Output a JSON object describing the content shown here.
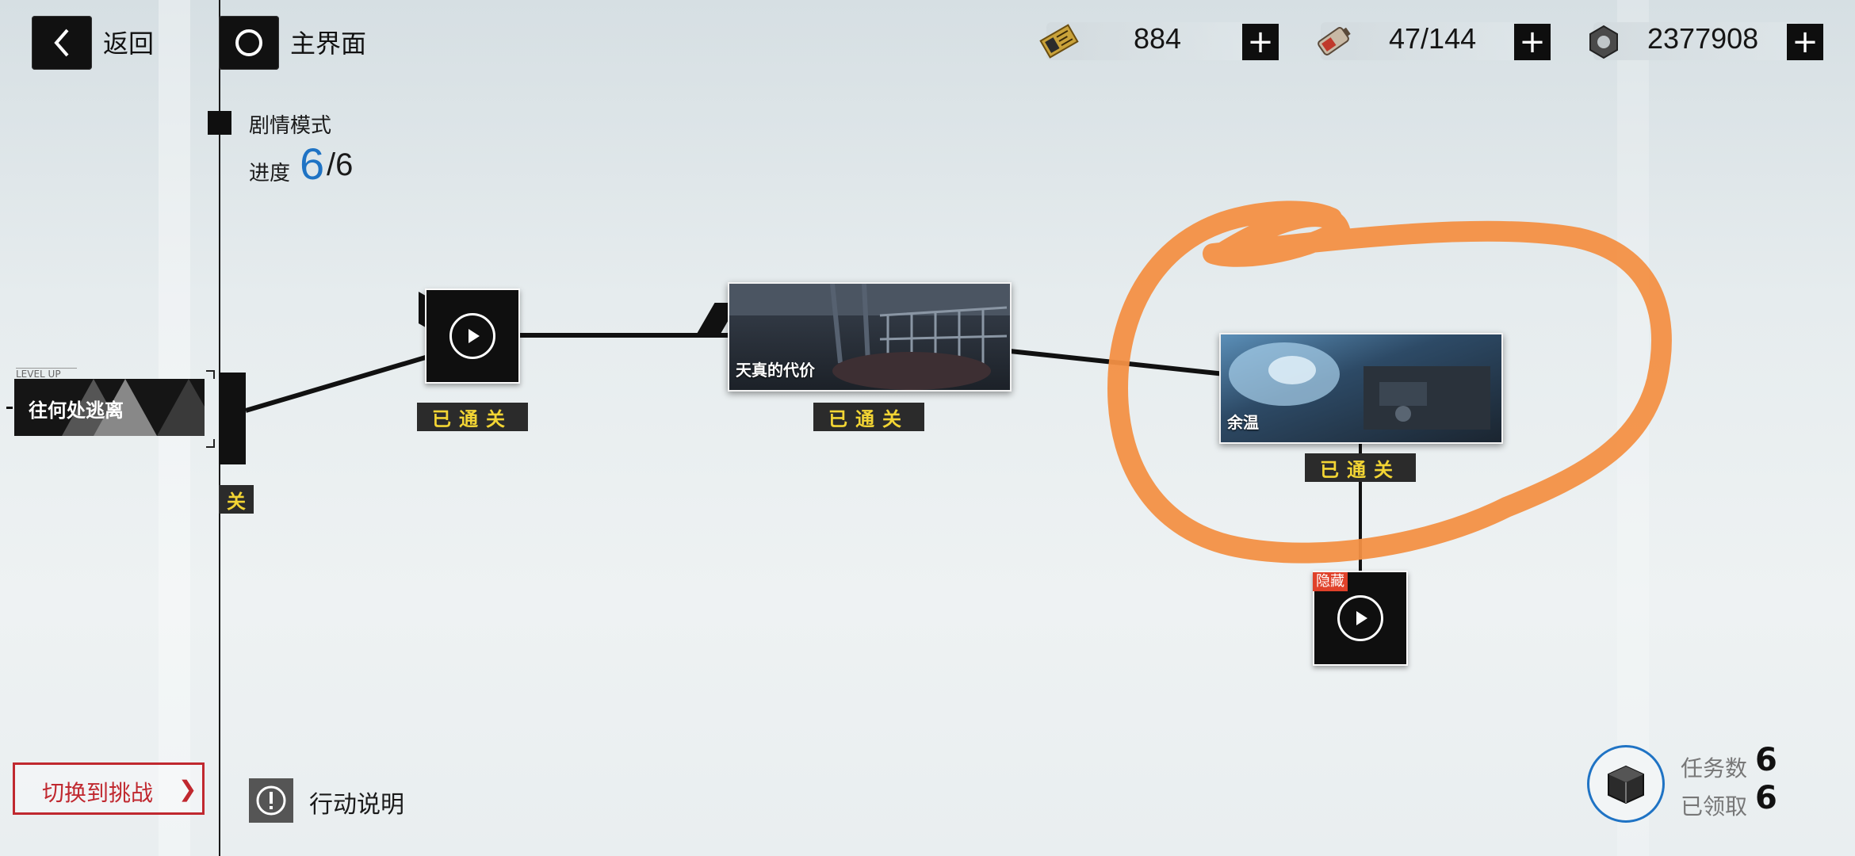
{
  "top": {
    "back_label": "返回",
    "home_label": "主界面"
  },
  "resources": [
    {
      "icon": "ticket-icon",
      "value": "884"
    },
    {
      "icon": "battery-icon",
      "value": "47/144"
    },
    {
      "icon": "gear-nut-icon",
      "value": "2377908"
    }
  ],
  "mode": {
    "name": "剧情模式",
    "progress_label": "进度",
    "progress_current": "6",
    "progress_total": "/6"
  },
  "left_node": {
    "tag": "LEVEL UP",
    "title": "往何处逃离",
    "badge_partial": "关"
  },
  "stages": [
    {
      "title": "",
      "badge": "已通关"
    },
    {
      "title": "天真的代价",
      "badge": "已通关"
    },
    {
      "title": "余温",
      "badge": "已通关"
    },
    {
      "title": "",
      "tag": "隐藏"
    }
  ],
  "bottom": {
    "switch_label": "切换到挑战",
    "switch_chevron": "❯",
    "info_label": "行动说明",
    "tasks_label": "任务数",
    "tasks_value": "6",
    "claimed_label": "已领取",
    "claimed_value": "6"
  },
  "colors": {
    "accent_blue": "#1f73c4",
    "badge_yellow": "#f3d534",
    "annotation_orange": "#f39045",
    "switch_red": "#c0282f",
    "hidden_red": "#e0412a"
  }
}
